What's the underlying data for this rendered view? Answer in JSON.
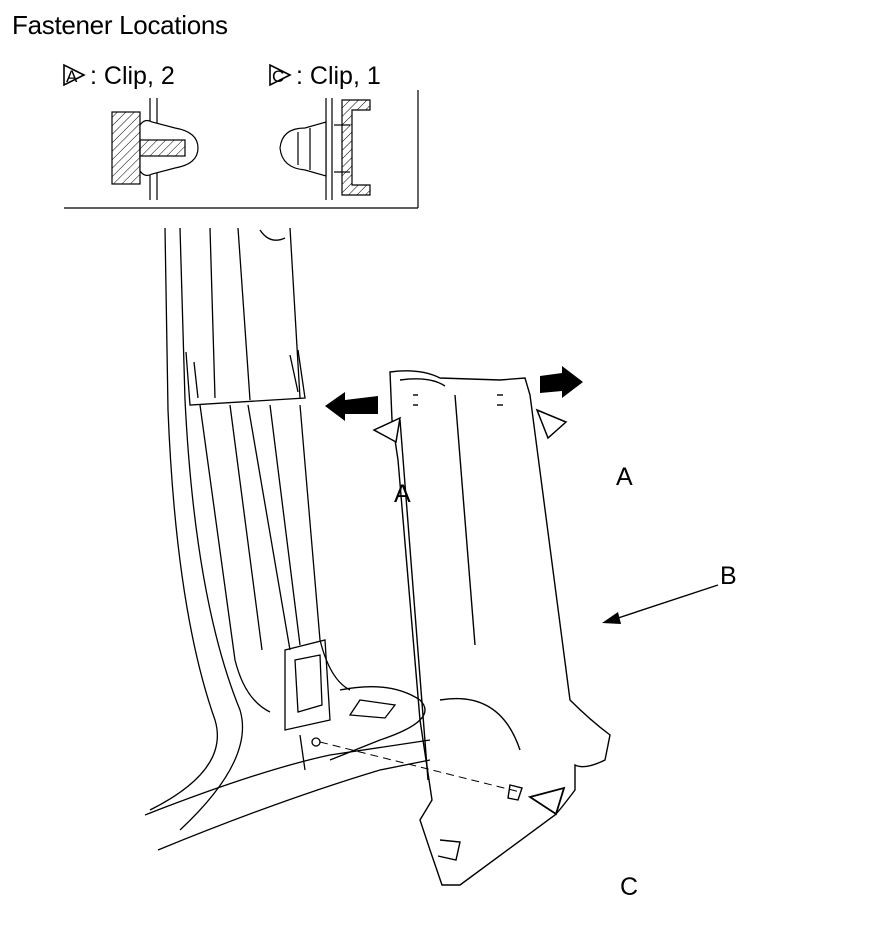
{
  "title": "Fastener Locations",
  "legend": [
    {
      "symbol": "A",
      "text": ": Clip, 2"
    },
    {
      "symbol": "C",
      "text": ": Clip, 1"
    }
  ],
  "callouts": {
    "a_mid": "A",
    "a_right": "A",
    "b": "B",
    "c": "C"
  }
}
